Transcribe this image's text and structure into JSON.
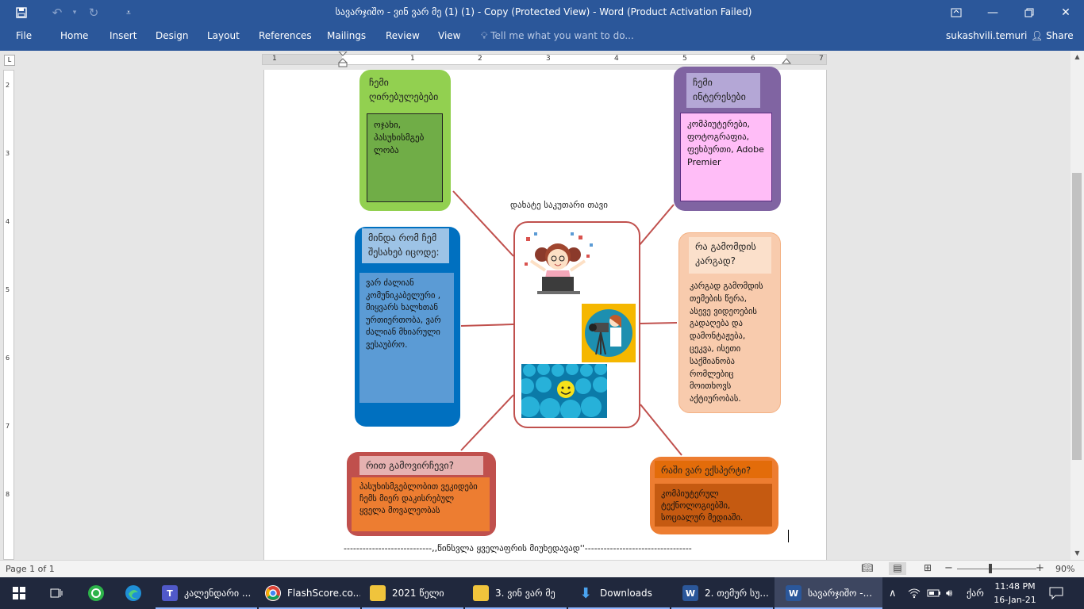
{
  "titlebar": {
    "title": "სავარჯიშო - ვინ ვარ მე (1) (1) - Copy (Protected View) - Word (Product Activation Failed)",
    "save_icon": "save-icon",
    "undo_icon": "undo-icon",
    "redo_icon": "redo-icon",
    "customize_icon": "customize-icon"
  },
  "ribbon": {
    "tabs": [
      "File",
      "Home",
      "Insert",
      "Design",
      "Layout",
      "References",
      "Mailings",
      "Review",
      "View"
    ],
    "tell_me": "Tell me what you want to do...",
    "user": "sukashvili.temuri",
    "share": "Share"
  },
  "ruler": {
    "numbers": [
      "1",
      "1",
      "2",
      "3",
      "4",
      "5",
      "6",
      "7"
    ],
    "vertical_numbers": [
      "2",
      "3",
      "4",
      "5",
      "6",
      "7",
      "8"
    ]
  },
  "document": {
    "center_label": "დახატე საკუთარი თავი",
    "values": {
      "header": "ჩემი ღირებულებები",
      "body": "ოჯახი, პასუხისმგებ ლობა"
    },
    "interests": {
      "header": "ჩემი ინტერესები",
      "body": "კომპიუტერები, ფოტოგრაფია, ფეხბურთი, Adobe Premier"
    },
    "want_know": {
      "header": "მინდა რომ ჩემ შესახებ იცოდე:",
      "body": "ვარ ძალიან კომუნიკაბელური , მიყვარს ხალხთან ურთიერთობა, ვარ ძალიან მხიარული ვესაუბრო."
    },
    "good_at": {
      "header": "რა გამომდის კარგად?",
      "body": "კარგად გამომდის თემების წერა, ასევე ვიდეოების გადაღება და დამონტაჟება, ცეკვა, ისეთი საქმიანობა რომლებიც მოითხოვს აქტიურობას."
    },
    "distinguish": {
      "header": "რით გამოვირჩევი?",
      "body": "პასუხისმგებლობით ვეკიდები ჩემს მიერ დაკისრებულ ყველა მოვალეობას"
    },
    "expert": {
      "header": "რაში ვარ ექსპერტი?",
      "body": "კომპიუტერულ ტექნოლოგიებში, სოციალურ მედიაში."
    },
    "footer": "----------------------------,,წინსვლა ყველაფრის მიუხედავად''----------------------------------"
  },
  "statusbar": {
    "page_count": "Page 1 of 1",
    "zoom": "90%"
  },
  "taskbar": {
    "items": [
      {
        "label": "კალენდარი ...",
        "icon": "teams-icon"
      },
      {
        "label": "FlashScore.co...",
        "icon": "chrome-icon"
      },
      {
        "label": "2021 წელი",
        "icon": "folder-icon"
      },
      {
        "label": "3. ვინ ვარ მე",
        "icon": "folder-icon"
      },
      {
        "label": "Downloads",
        "icon": "download-icon"
      },
      {
        "label": "2. თემურ სუ...",
        "icon": "word-icon"
      },
      {
        "label": "სავარჯიშო -...",
        "icon": "word-icon"
      }
    ],
    "language": "ქარ",
    "time": "11:48 PM",
    "date": "16-Jan-21"
  },
  "colors": {
    "word_blue": "#2b579a",
    "green_box": "#92d050",
    "green_body": "#70ad47",
    "purple_box": "#8064a2",
    "pink_body": "#ffbdf7",
    "blue_box": "#0070c0",
    "blue_body": "#5b9bd5",
    "peach_box": "#f8cbad",
    "red_box": "#c0504d",
    "orange_body": "#ed7d31",
    "orange_box": "#ed7d31",
    "orange_dark": "#c55a11",
    "connector": "#c0504d"
  }
}
